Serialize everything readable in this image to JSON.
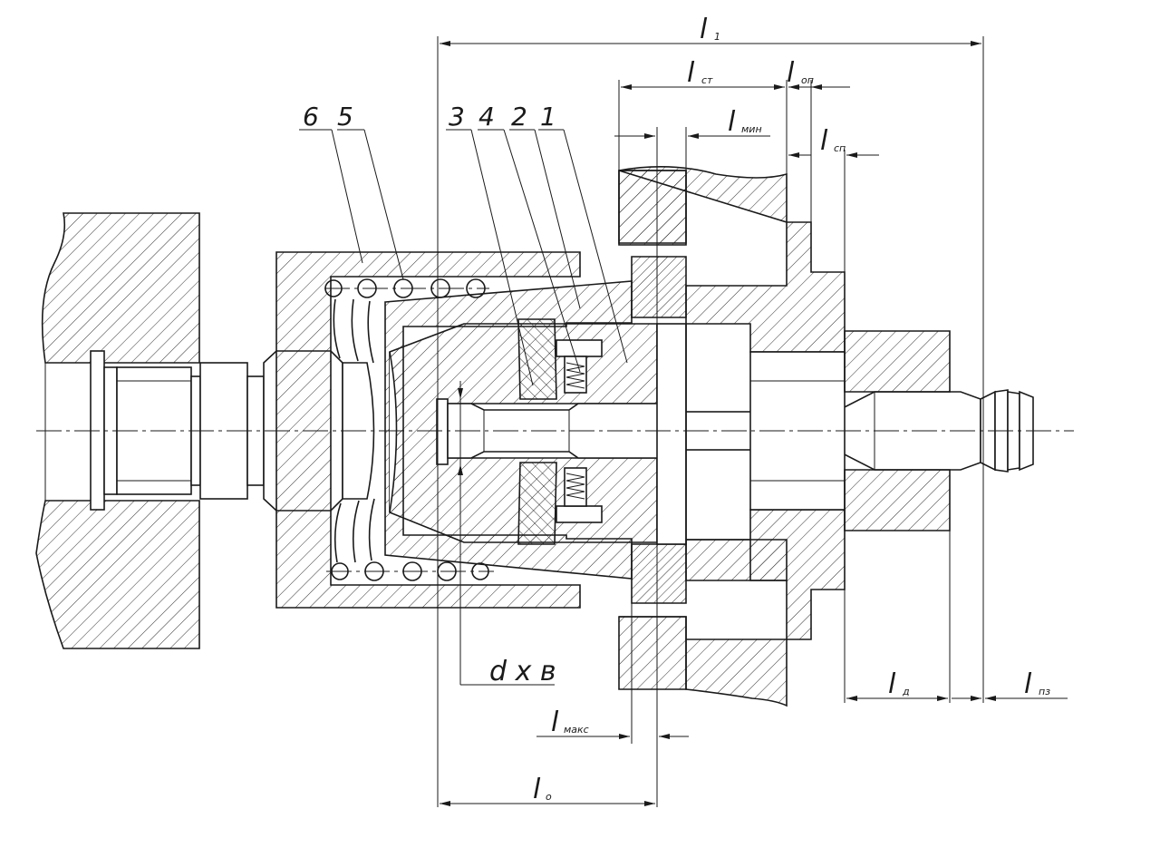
{
  "part_numbers": [
    "6",
    "5",
    "3",
    "4",
    "2",
    "1"
  ],
  "dimensions": {
    "l1": {
      "main": "l",
      "sub": "1"
    },
    "lst": {
      "main": "l",
      "sub": "ст"
    },
    "lop": {
      "main": "l",
      "sub": "оп"
    },
    "lmin": {
      "main": "l",
      "sub": "мин"
    },
    "lsp": {
      "main": "l",
      "sub": "сп"
    },
    "lmax": {
      "main": "l",
      "sub": "макс"
    },
    "l0": {
      "main": "l",
      "sub": "о"
    },
    "ld": {
      "main": "l",
      "sub": "д"
    },
    "lpz": {
      "main": "l",
      "sub": "пз"
    }
  },
  "thread_label": "d x в"
}
